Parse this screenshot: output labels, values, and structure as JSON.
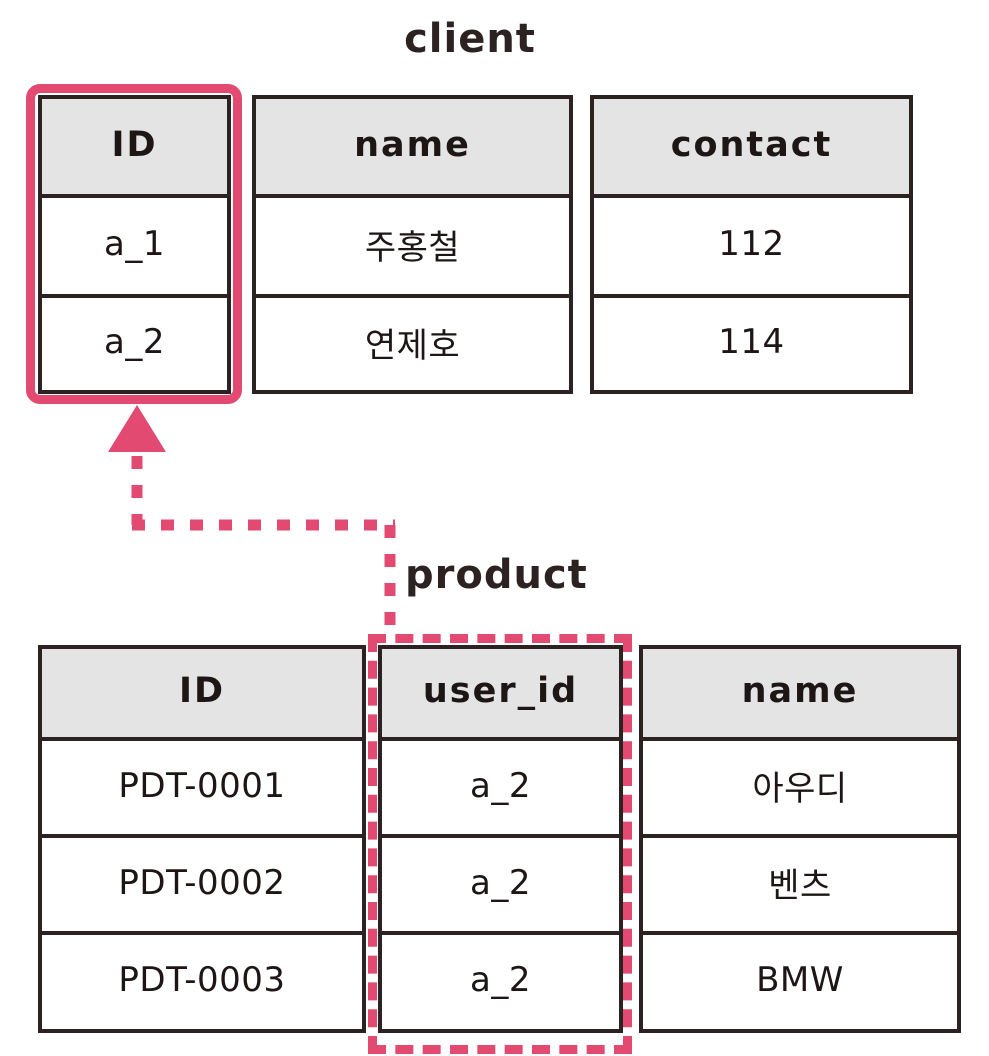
{
  "diagram": {
    "type": "entity-relationship",
    "accent_color": "#e24a72",
    "header_fill": "#e4e4e4",
    "border_color": "#2b2221"
  },
  "tables": {
    "client": {
      "title": "client",
      "columns": [
        "ID",
        "name",
        "contact"
      ],
      "rows": [
        [
          "a_1",
          "주홍철",
          "112"
        ],
        [
          "a_2",
          "연제호",
          "114"
        ]
      ],
      "highlighted_column": "ID",
      "highlight_style": "solid-rounded"
    },
    "product": {
      "title": "product",
      "columns": [
        "ID",
        "user_id",
        "name"
      ],
      "rows": [
        [
          "PDT-0001",
          "a_2",
          "아우디"
        ],
        [
          "PDT-0002",
          "a_2",
          "벤츠"
        ],
        [
          "PDT-0003",
          "a_2",
          "BMW"
        ]
      ],
      "highlighted_column": "user_id",
      "highlight_style": "dashed"
    }
  },
  "relationship": {
    "from_table": "product",
    "from_column": "user_id",
    "to_table": "client",
    "to_column": "ID",
    "line_style": "dashed",
    "arrow_head": "triangle-up",
    "color": "#e24a72"
  }
}
